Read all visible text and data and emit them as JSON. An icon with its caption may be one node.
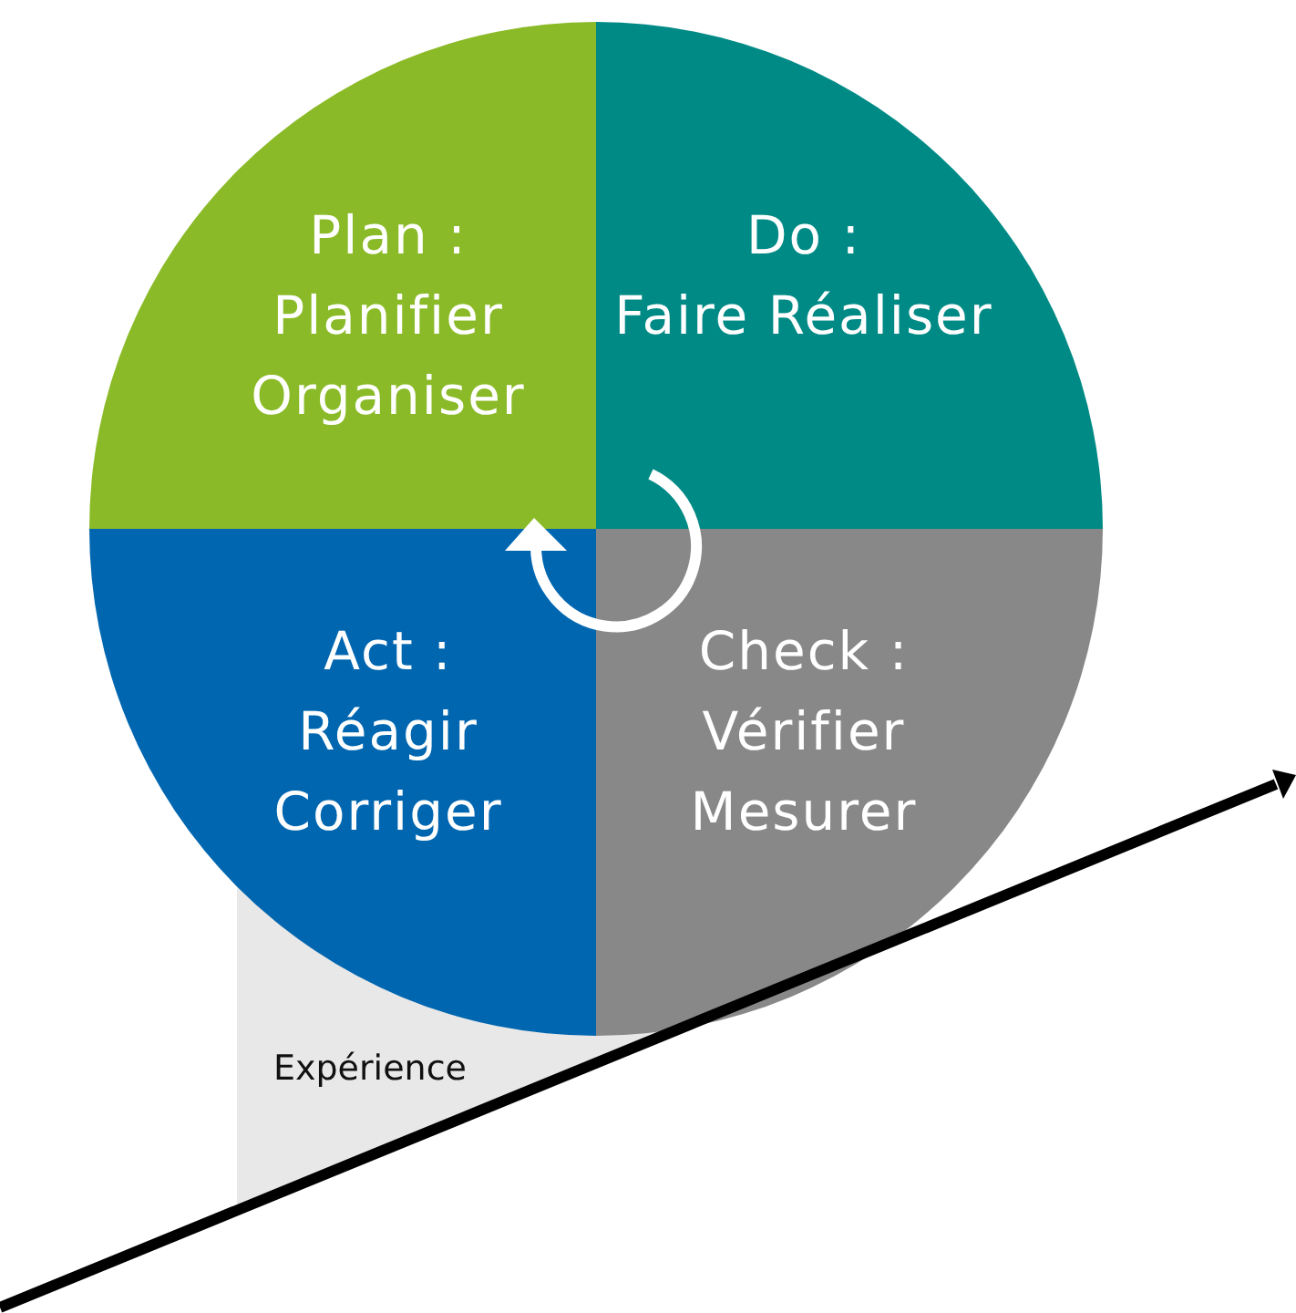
{
  "diagram": {
    "nodes": [
      {
        "text": [
          "Plan :",
          "Planifier Organiser"
        ]
      },
      {
        "text": [
          "Do :",
          "Faire Réaliser"
        ]
      },
      {
        "text": [
          "Act :",
          "Réagir Corriger"
        ]
      },
      {
        "text": [
          "Check :",
          "Vérifier Mesurer"
        ]
      },
      {
        "text": [
          "Expérience"
        ]
      }
    ]
  }
}
